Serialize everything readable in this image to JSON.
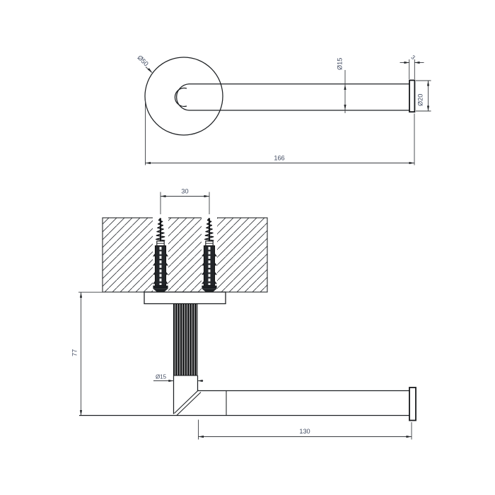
{
  "colors": {
    "line": "#26292c",
    "dim_text": "#414b61",
    "hatch_line": "#33363b",
    "screw_fill": "#23262a",
    "background": "#ffffff"
  },
  "top_view": {
    "flange_diameter": "Ø50",
    "bar_diameter": "Ø15",
    "cap_thickness": "3",
    "cap_diameter": "Ø20",
    "overall_length": "166"
  },
  "front_view": {
    "screw_spacing": "30",
    "mount_height": "77",
    "tube_diameter": "Ø15",
    "arm_length": "130"
  }
}
